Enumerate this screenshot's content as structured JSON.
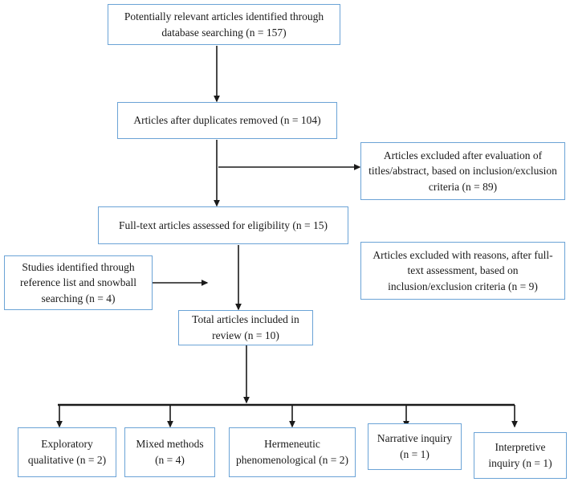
{
  "diagram": {
    "type": "prisma-flow-diagram",
    "colors": {
      "box_border": "#6ba3d6",
      "box_background": "#ffffff",
      "arrow": "#1a1a1a",
      "text": "#1a1a1a",
      "page_background": "#ffffff"
    },
    "boxes": {
      "identification": {
        "text": "Potentially relevant articles identified through database searching (n = 157)",
        "count": 157
      },
      "duplicates_removed": {
        "text": "Articles after duplicates removed (n = 104)",
        "count": 104
      },
      "excluded_titles_abstract": {
        "text": "Articles excluded after evaluation of titles/abstract, based on inclusion/exclusion criteria (n = 89)",
        "count": 89
      },
      "full_text_assessed": {
        "text": "Full-text articles assessed for eligibility (n = 15)",
        "count": 15
      },
      "excluded_with_reasons": {
        "text": "Articles excluded with reasons, after full-text assessment, based on inclusion/exclusion criteria (n = 9)",
        "count": 9
      },
      "snowball_studies": {
        "text": "Studies identified through reference list and snowball searching (n = 4)",
        "count": 4
      },
      "total_included": {
        "text": "Total articles included in review (n = 10)",
        "count": 10
      }
    },
    "methods": [
      {
        "key": "exploratory-qualitative",
        "text": "Exploratory qualitative (n = 2)",
        "count": 2
      },
      {
        "key": "mixed-methods",
        "text": "Mixed methods (n = 4)",
        "count": 4
      },
      {
        "key": "hermeneutic-phenomenological",
        "text": "Hermeneutic phenomenological (n = 2)",
        "count": 2
      },
      {
        "key": "narrative-inquiry",
        "text": "Narrative inquiry (n = 1)",
        "count": 1
      },
      {
        "key": "interpretive-inquiry",
        "text": "Interpretive inquiry (n = 1)",
        "count": 1
      }
    ]
  }
}
